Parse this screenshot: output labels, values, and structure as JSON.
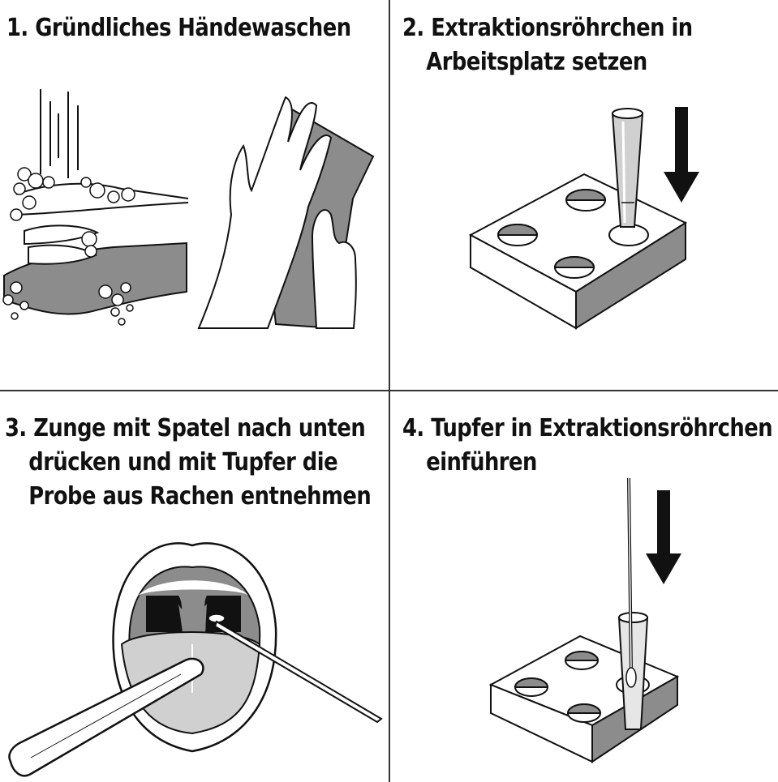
{
  "steps": [
    {
      "number": "1.",
      "lines": [
        "Gründliches Händewaschen"
      ]
    },
    {
      "number": "2.",
      "lines": [
        "Extraktionsröhrchen in",
        "Arbeitsplatz setzen"
      ]
    },
    {
      "number": "3.",
      "lines": [
        "Zunge mit Spatel nach unten",
        "drücken und mit Tupfer die",
        "Probe aus Rachen entnehmen"
      ]
    },
    {
      "number": "4.",
      "lines": [
        "Tupfer in Extraktionsröhrchen",
        "einführen"
      ]
    }
  ],
  "colors": {
    "line": "#111111",
    "shade": "#8c8c8c",
    "light": "#d0d0d0",
    "background": "#ffffff"
  },
  "icons": [
    "hands-washing-icon",
    "hands-drying-icon",
    "tube-rack-icon",
    "down-arrow-icon",
    "open-mouth-icon",
    "tongue-depressor-icon",
    "swab-icon",
    "swab-insert-rack-icon"
  ]
}
